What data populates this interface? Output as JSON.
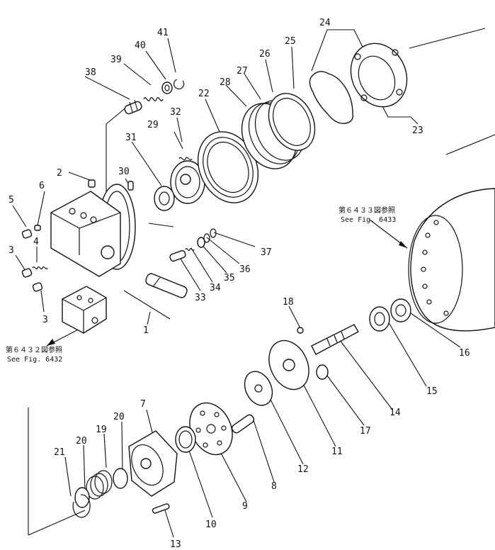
{
  "labels": {
    "n1": "1",
    "n2": "2",
    "n3a": "3",
    "n3b": "3",
    "n4": "4",
    "n5": "5",
    "n6": "6",
    "n7": "7",
    "n8": "8",
    "n9": "9",
    "n10": "10",
    "n11": "11",
    "n12": "12",
    "n13": "13",
    "n14": "14",
    "n15": "15",
    "n16": "16",
    "n17": "17",
    "n18": "18",
    "n19": "19",
    "n20a": "20",
    "n20b": "20",
    "n21": "21",
    "n22": "22",
    "n23": "23",
    "n24": "24",
    "n25": "25",
    "n26": "26",
    "n27": "27",
    "n28": "28",
    "n29": "29",
    "n30": "30",
    "n31": "31",
    "n32": "32",
    "n33": "33",
    "n34": "34",
    "n35": "35",
    "n36": "36",
    "n37": "37",
    "n38": "38",
    "n39": "39",
    "n40": "40",
    "n41": "41"
  },
  "references": {
    "fig6433_jp": "第６４３３図参照",
    "fig6433_en": "See Fig. 6433",
    "fig6432_jp": "第６４３２図参照",
    "fig6432_en": "See Fig. 6432"
  }
}
